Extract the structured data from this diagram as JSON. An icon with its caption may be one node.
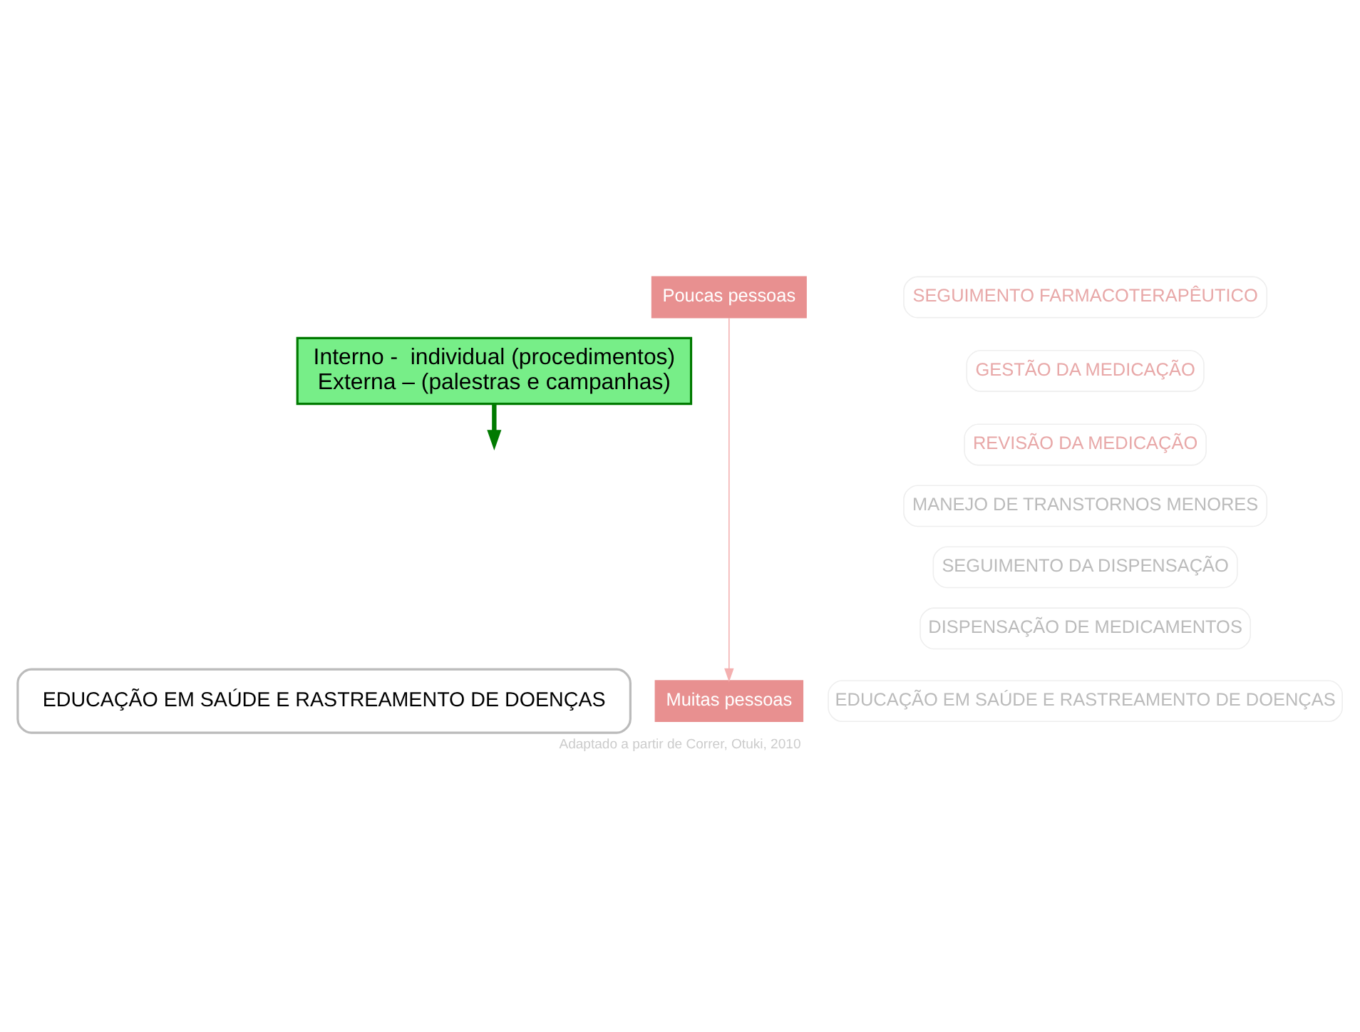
{
  "diagram": {
    "caption": "Adaptado a partir de Correr, Otuki, 2010",
    "nodes": [
      {
        "text": [
          "Interno -  individual (procedimentos)",
          "Externa – (palestras e campanhas)"
        ]
      },
      {
        "text": [
          "EDUCAÇÃO EM SAÚDE E RASTREAMENTO DE DOENÇAS"
        ]
      },
      {
        "text": [
          "Poucas pessoas"
        ]
      },
      {
        "text": [
          "Muitas pessoas"
        ]
      },
      {
        "text": [
          "SEGUIMENTO FARMACOTERAPÊUTICO"
        ]
      },
      {
        "text": [
          "GESTÃO DA MEDICAÇÃO"
        ]
      },
      {
        "text": [
          "REVISÃO DA MEDICAÇÃO"
        ]
      },
      {
        "text": [
          "MANEJO DE TRANSTORNOS MENORES"
        ]
      },
      {
        "text": [
          "SEGUIMENTO DA DISPENSAÇÃO"
        ]
      },
      {
        "text": [
          "DISPENSAÇÃO DE MEDICAMENTOS"
        ]
      },
      {
        "text": [
          "EDUCAÇÃO EM SAÚDE E RASTREAMENTO DE DOENÇAS"
        ]
      }
    ],
    "edges": [
      {
        "from": 0,
        "to": null,
        "arrow": "to",
        "style": "thick",
        "color": "#007a00"
      },
      {
        "from": 2,
        "to": 3,
        "arrow": "to",
        "color": "#f4b0b0"
      }
    ]
  }
}
